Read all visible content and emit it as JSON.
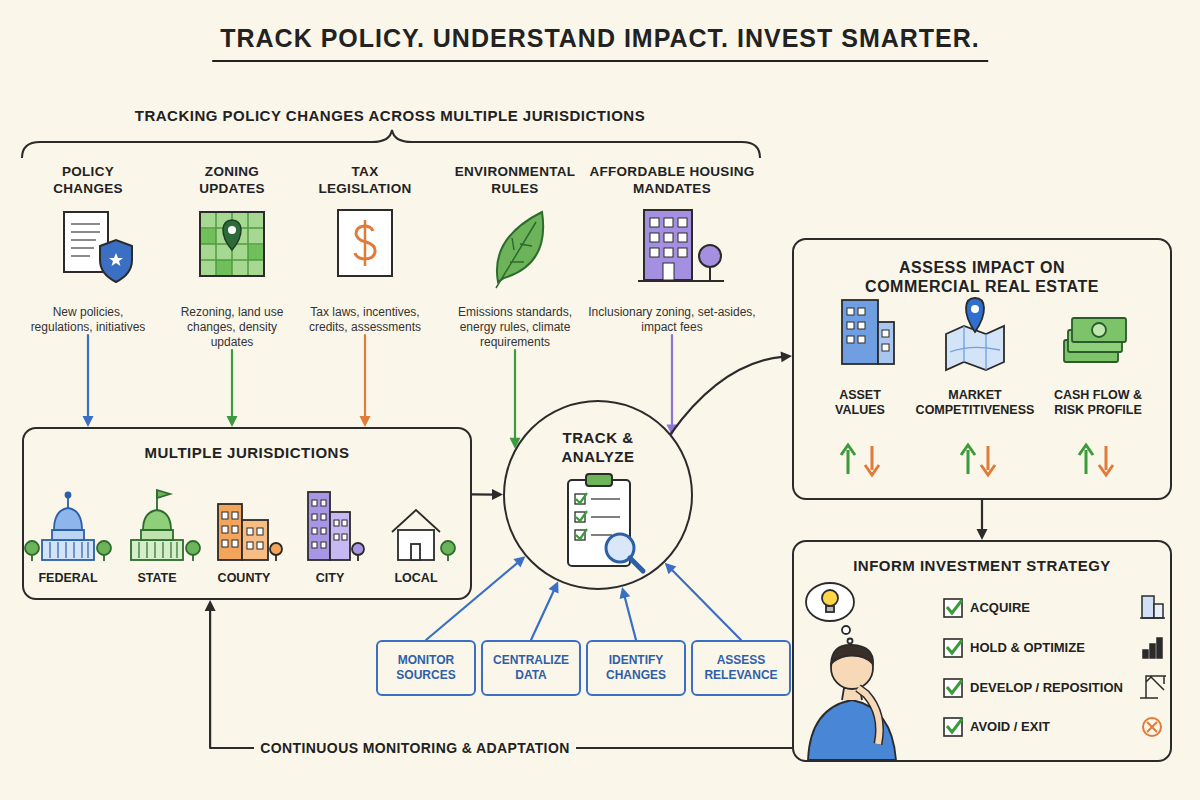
{
  "diagram": {
    "title": "TRACK POLICY. UNDERSTAND IMPACT. INVEST SMARTER.",
    "nodes": [
      {
        "text": [
          "POLICY CHANGES",
          "New policies, regulations, initiatives"
        ]
      },
      {
        "text": [
          "ZONING UPDATES",
          "Rezoning, land use changes, density updates"
        ]
      },
      {
        "text": [
          "TAX LEGISLATION",
          "Tax laws, incentives, credits, assessments"
        ]
      },
      {
        "text": [
          "ENVIRONMENTAL RULES",
          "Emissions standards, energy rules, climate requirements"
        ]
      },
      {
        "text": [
          "AFFORDABLE HOUSING MANDATES",
          "Inclusionary zoning, set-asides, impact fees"
        ]
      },
      {
        "text": [
          "MULTIPLE JURISDICTIONS"
        ]
      },
      {
        "text": [
          "TRACK & ANALYZE"
        ]
      },
      {
        "text": [
          "MONITOR SOURCES"
        ]
      },
      {
        "text": [
          "CENTRALIZE DATA"
        ]
      },
      {
        "text": [
          "IDENTIFY CHANGES"
        ]
      },
      {
        "text": [
          "ASSESS RELEVANCE"
        ]
      },
      {
        "text": [
          "ASSESS IMPACT ON COMMERCIAL REAL ESTATE"
        ]
      },
      {
        "text": [
          "INFORM INVESTMENT STRATEGY"
        ]
      }
    ],
    "edges": [
      {
        "from": 0,
        "to": 5,
        "arrow": "to"
      },
      {
        "from": 1,
        "to": 5,
        "arrow": "to"
      },
      {
        "from": 2,
        "to": 5,
        "arrow": "to"
      },
      {
        "from": 3,
        "to": 6,
        "arrow": "to"
      },
      {
        "from": 4,
        "to": 6,
        "arrow": "to"
      },
      {
        "from": 5,
        "to": 6,
        "arrow": "to"
      },
      {
        "from": 7,
        "to": 6,
        "arrow": "to"
      },
      {
        "from": 8,
        "to": 6,
        "arrow": "to"
      },
      {
        "from": 9,
        "to": 6,
        "arrow": "to"
      },
      {
        "from": 10,
        "to": 6,
        "arrow": "to"
      },
      {
        "from": 6,
        "to": 11,
        "arrow": "to"
      },
      {
        "from": 11,
        "to": 12,
        "arrow": "to"
      },
      {
        "from": 12,
        "to": 5,
        "label": "CONTINUOUS MONITORING & ADAPTATION",
        "arrow": "to"
      }
    ],
    "labels": [
      "TRACKING POLICY CHANGES ACROSS MULTIPLE JURISDICTIONS",
      "FEDERAL",
      "STATE",
      "COUNTY",
      "CITY",
      "LOCAL",
      "ASSET VALUES",
      "MARKET COMPETITIVENESS",
      "CASH FLOW & RISK PROFILE",
      "ACQUIRE",
      "HOLD & OPTIMIZE",
      "DEVELOP / REPOSITION",
      "AVOID / EXIT"
    ]
  }
}
